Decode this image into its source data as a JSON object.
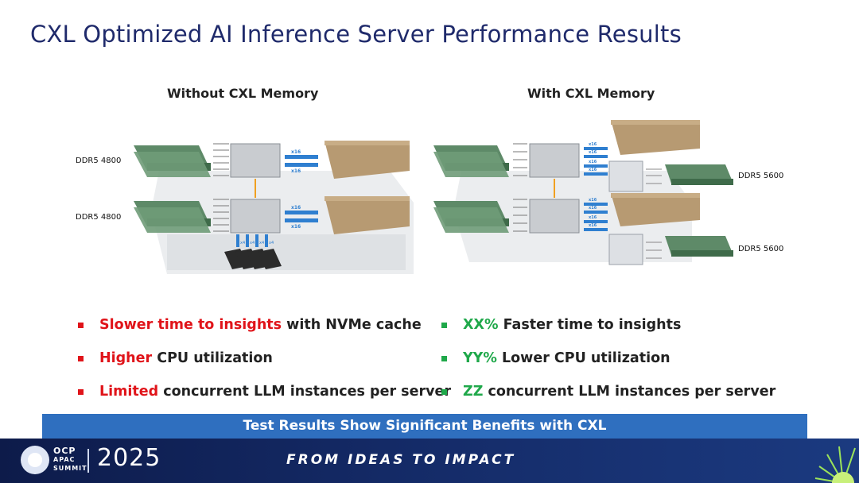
{
  "title": "CXL Optimized AI Inference Server Performance Results",
  "left_panel": {
    "heading": "Without CXL Memory",
    "ddr_top": "DDR5 4800",
    "ddr_bottom": "DDR5 4800",
    "link_labels": [
      "x16",
      "x16",
      "x16",
      "x16"
    ],
    "nvme_labels": [
      "x4",
      "x4",
      "x4",
      "x4"
    ]
  },
  "right_panel": {
    "heading": "With CXL Memory",
    "ddr_top": "DDR5 5600",
    "ddr_bottom": "DDR5 5600",
    "link_labels": [
      "x16",
      "x16",
      "x16",
      "x16",
      "x16",
      "x16",
      "x16",
      "x16"
    ]
  },
  "left_bullets": [
    {
      "highlight": "Slower time to insights",
      "rest": " with NVMe cache"
    },
    {
      "highlight": "Higher",
      "rest": " CPU utilization"
    },
    {
      "highlight": "Limited",
      "rest": " concurrent LLM instances per server"
    }
  ],
  "right_bullets": [
    {
      "highlight": "XX%",
      "rest": " Faster time to insights"
    },
    {
      "highlight": "YY%",
      "rest": " Lower CPU utilization"
    },
    {
      "highlight": "ZZ",
      "rest": " concurrent LLM instances per server"
    }
  ],
  "banner": "Test Results Show Significant Benefits with CXL",
  "footer": {
    "org": "OCP",
    "region": "APAC",
    "event": "SUMMIT",
    "year": "2025",
    "tagline": "FROM IDEAS TO IMPACT"
  },
  "colors": {
    "title": "#1f2a6b",
    "negative": "#e0141a",
    "positive": "#1fa84a",
    "banner": "#2f6fbf",
    "footer": "#0d1b4a",
    "link_arrow": "#2f7fd0"
  },
  "icons": [
    "dimm-module-icon",
    "cpu-icon",
    "gpu-card-icon",
    "cxl-controller-icon",
    "nvme-drive-icon",
    "ocp-logo-icon"
  ]
}
